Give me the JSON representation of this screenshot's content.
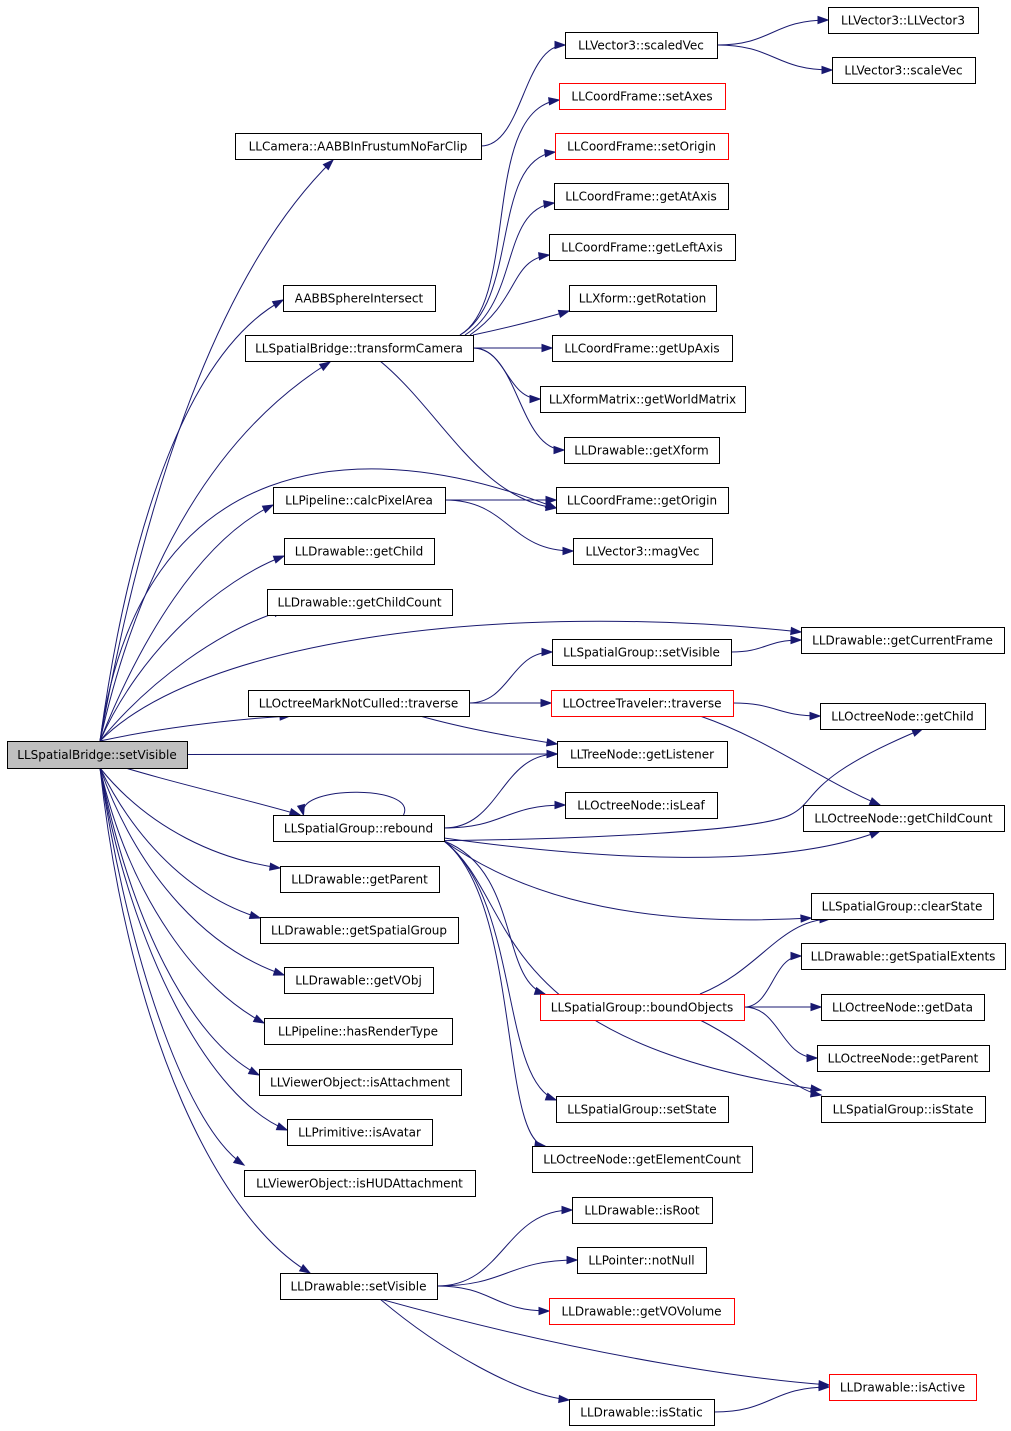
{
  "graph": {
    "edge_color": "#191970",
    "highlight_border_color": "#ff0000",
    "root_fill": "#bfbfbf",
    "nodes": [
      {
        "id": "root",
        "label": "LLSpatialBridge::setVisible",
        "style": "root"
      },
      {
        "id": "n_aabbfrustum",
        "label": "LLCamera::AABBInFrustumNoFarClip",
        "style": "normal"
      },
      {
        "id": "n_scaledvec",
        "label": "LLVector3::scaledVec",
        "style": "normal"
      },
      {
        "id": "n_llvector3",
        "label": "LLVector3::LLVector3",
        "style": "normal"
      },
      {
        "id": "n_scalevec",
        "label": "LLVector3::scaleVec",
        "style": "normal"
      },
      {
        "id": "n_aabbsphere",
        "label": "AABBSphereIntersect",
        "style": "normal"
      },
      {
        "id": "n_transformcamera",
        "label": "LLSpatialBridge::transformCamera",
        "style": "normal"
      },
      {
        "id": "n_setaxes",
        "label": "LLCoordFrame::setAxes",
        "style": "red"
      },
      {
        "id": "n_setorigin",
        "label": "LLCoordFrame::setOrigin",
        "style": "red"
      },
      {
        "id": "n_getataxis",
        "label": "LLCoordFrame::getAtAxis",
        "style": "normal"
      },
      {
        "id": "n_getleftaxis",
        "label": "LLCoordFrame::getLeftAxis",
        "style": "normal"
      },
      {
        "id": "n_getrotation",
        "label": "LLXform::getRotation",
        "style": "normal"
      },
      {
        "id": "n_getupaxis",
        "label": "LLCoordFrame::getUpAxis",
        "style": "normal"
      },
      {
        "id": "n_getworldmatrix",
        "label": "LLXformMatrix::getWorldMatrix",
        "style": "normal"
      },
      {
        "id": "n_getxform",
        "label": "LLDrawable::getXform",
        "style": "normal"
      },
      {
        "id": "n_calcpixelarea",
        "label": "LLPipeline::calcPixelArea",
        "style": "normal"
      },
      {
        "id": "n_getorigin",
        "label": "LLCoordFrame::getOrigin",
        "style": "normal"
      },
      {
        "id": "n_magvec",
        "label": "LLVector3::magVec",
        "style": "normal"
      },
      {
        "id": "n_getchild",
        "label": "LLDrawable::getChild",
        "style": "normal"
      },
      {
        "id": "n_getchildcount",
        "label": "LLDrawable::getChildCount",
        "style": "normal"
      },
      {
        "id": "n_getcurrentframe",
        "label": "LLDrawable::getCurrentFrame",
        "style": "normal"
      },
      {
        "id": "n_sgsetvisible",
        "label": "LLSpatialGroup::setVisible",
        "style": "normal"
      },
      {
        "id": "n_octreemark",
        "label": "LLOctreeMarkNotCulled::traverse",
        "style": "normal"
      },
      {
        "id": "n_octreetraveler",
        "label": "LLOctreeTraveler::traverse",
        "style": "red"
      },
      {
        "id": "n_ongetchild",
        "label": "LLOctreeNode::getChild",
        "style": "normal"
      },
      {
        "id": "n_getlistener",
        "label": "LLTreeNode::getListener",
        "style": "normal"
      },
      {
        "id": "n_rebound",
        "label": "LLSpatialGroup::rebound",
        "style": "normal"
      },
      {
        "id": "n_isleaf",
        "label": "LLOctreeNode::isLeaf",
        "style": "normal"
      },
      {
        "id": "n_ongetchildcount",
        "label": "LLOctreeNode::getChildCount",
        "style": "normal"
      },
      {
        "id": "n_getparent",
        "label": "LLDrawable::getParent",
        "style": "normal"
      },
      {
        "id": "n_clearstate",
        "label": "LLSpatialGroup::clearState",
        "style": "normal"
      },
      {
        "id": "n_getspatialgroup",
        "label": "LLDrawable::getSpatialGroup",
        "style": "normal"
      },
      {
        "id": "n_getspatialextents",
        "label": "LLDrawable::getSpatialExtents",
        "style": "normal"
      },
      {
        "id": "n_getvobj",
        "label": "LLDrawable::getVObj",
        "style": "normal"
      },
      {
        "id": "n_boundobjects",
        "label": "LLSpatialGroup::boundObjects",
        "style": "red"
      },
      {
        "id": "n_ongetdata",
        "label": "LLOctreeNode::getData",
        "style": "normal"
      },
      {
        "id": "n_hasrendertype",
        "label": "LLPipeline::hasRenderType",
        "style": "normal"
      },
      {
        "id": "n_ongetparent",
        "label": "LLOctreeNode::getParent",
        "style": "normal"
      },
      {
        "id": "n_isattachment",
        "label": "LLViewerObject::isAttachment",
        "style": "normal"
      },
      {
        "id": "n_setstate",
        "label": "LLSpatialGroup::setState",
        "style": "normal"
      },
      {
        "id": "n_isstate",
        "label": "LLSpatialGroup::isState",
        "style": "normal"
      },
      {
        "id": "n_isavatar",
        "label": "LLPrimitive::isAvatar",
        "style": "normal"
      },
      {
        "id": "n_getelementcount",
        "label": "LLOctreeNode::getElementCount",
        "style": "normal"
      },
      {
        "id": "n_ishudattachment",
        "label": "LLViewerObject::isHUDAttachment",
        "style": "normal"
      },
      {
        "id": "n_isroot",
        "label": "LLDrawable::isRoot",
        "style": "normal"
      },
      {
        "id": "n_dsetvisible",
        "label": "LLDrawable::setVisible",
        "style": "normal"
      },
      {
        "id": "n_notnull",
        "label": "LLPointer::notNull",
        "style": "normal"
      },
      {
        "id": "n_getvovolume",
        "label": "LLDrawable::getVOVolume",
        "style": "red"
      },
      {
        "id": "n_isactive",
        "label": "LLDrawable::isActive",
        "style": "red"
      },
      {
        "id": "n_isstatic",
        "label": "LLDrawable::isStatic",
        "style": "normal"
      }
    ],
    "edges": [
      [
        "root",
        "n_aabbfrustum"
      ],
      [
        "n_aabbfrustum",
        "n_scaledvec"
      ],
      [
        "n_scaledvec",
        "n_llvector3"
      ],
      [
        "n_scaledvec",
        "n_scalevec"
      ],
      [
        "root",
        "n_aabbsphere"
      ],
      [
        "root",
        "n_transformcamera"
      ],
      [
        "n_transformcamera",
        "n_setaxes"
      ],
      [
        "n_transformcamera",
        "n_setorigin"
      ],
      [
        "n_transformcamera",
        "n_getataxis"
      ],
      [
        "n_transformcamera",
        "n_getleftaxis"
      ],
      [
        "n_transformcamera",
        "n_getrotation"
      ],
      [
        "n_transformcamera",
        "n_getupaxis"
      ],
      [
        "n_transformcamera",
        "n_getworldmatrix"
      ],
      [
        "n_transformcamera",
        "n_getxform"
      ],
      [
        "n_transformcamera",
        "n_getorigin"
      ],
      [
        "root",
        "n_calcpixelarea"
      ],
      [
        "n_calcpixelarea",
        "n_getorigin"
      ],
      [
        "n_calcpixelarea",
        "n_magvec"
      ],
      [
        "root",
        "n_getorigin"
      ],
      [
        "root",
        "n_getchild"
      ],
      [
        "root",
        "n_getchildcount"
      ],
      [
        "root",
        "n_getcurrentframe"
      ],
      [
        "root",
        "n_octreemark"
      ],
      [
        "n_octreemark",
        "n_sgsetvisible"
      ],
      [
        "n_sgsetvisible",
        "n_getcurrentframe"
      ],
      [
        "n_octreemark",
        "n_octreetraveler"
      ],
      [
        "n_octreetraveler",
        "n_ongetchild"
      ],
      [
        "n_octreetraveler",
        "n_ongetchildcount"
      ],
      [
        "n_octreemark",
        "n_getlistener"
      ],
      [
        "root",
        "n_getlistener"
      ],
      [
        "root",
        "n_rebound"
      ],
      [
        "n_rebound",
        "n_rebound"
      ],
      [
        "n_rebound",
        "n_getlistener"
      ],
      [
        "n_rebound",
        "n_isleaf"
      ],
      [
        "n_rebound",
        "n_ongetchild"
      ],
      [
        "n_rebound",
        "n_ongetchildcount"
      ],
      [
        "n_rebound",
        "n_clearstate"
      ],
      [
        "n_rebound",
        "n_boundobjects"
      ],
      [
        "n_rebound",
        "n_setstate"
      ],
      [
        "n_rebound",
        "n_getelementcount"
      ],
      [
        "n_rebound",
        "n_isstate"
      ],
      [
        "n_boundobjects",
        "n_clearstate"
      ],
      [
        "n_boundobjects",
        "n_getspatialextents"
      ],
      [
        "n_boundobjects",
        "n_ongetdata"
      ],
      [
        "n_boundobjects",
        "n_ongetparent"
      ],
      [
        "n_boundobjects",
        "n_isstate"
      ],
      [
        "root",
        "n_getparent"
      ],
      [
        "root",
        "n_getspatialgroup"
      ],
      [
        "root",
        "n_getvobj"
      ],
      [
        "root",
        "n_hasrendertype"
      ],
      [
        "root",
        "n_isattachment"
      ],
      [
        "root",
        "n_isavatar"
      ],
      [
        "root",
        "n_ishudattachment"
      ],
      [
        "root",
        "n_dsetvisible"
      ],
      [
        "n_dsetvisible",
        "n_isroot"
      ],
      [
        "n_dsetvisible",
        "n_notnull"
      ],
      [
        "n_dsetvisible",
        "n_getvovolume"
      ],
      [
        "n_dsetvisible",
        "n_isactive"
      ],
      [
        "n_dsetvisible",
        "n_isstatic"
      ],
      [
        "n_isstatic",
        "n_isactive"
      ]
    ]
  }
}
